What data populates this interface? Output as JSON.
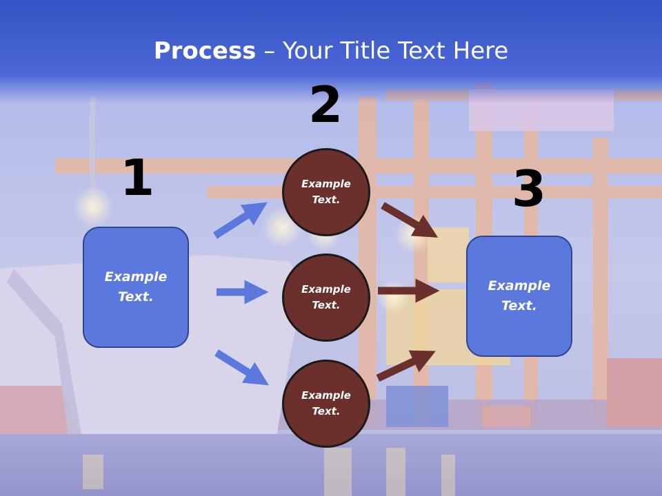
{
  "slide": {
    "title_bold": "Process",
    "title_rest": " – Your Title Text Here"
  },
  "steps": [
    {
      "number": "1",
      "text": "Example Text."
    },
    {
      "number": "2",
      "items": [
        "Example Text.",
        "Example Text.",
        "Example Text."
      ]
    },
    {
      "number": "3",
      "text": "Example Text."
    }
  ],
  "colors": {
    "title_bar": "#3f5fcf",
    "box_fill": "#5b78dc",
    "box_border": "#2e4590",
    "circle_fill": "#6b2f2c",
    "blue_arrow": "#5b78dc",
    "brown_arrow": "#6b2f2c"
  },
  "background": "harbor-cranes-container-ship-photo"
}
